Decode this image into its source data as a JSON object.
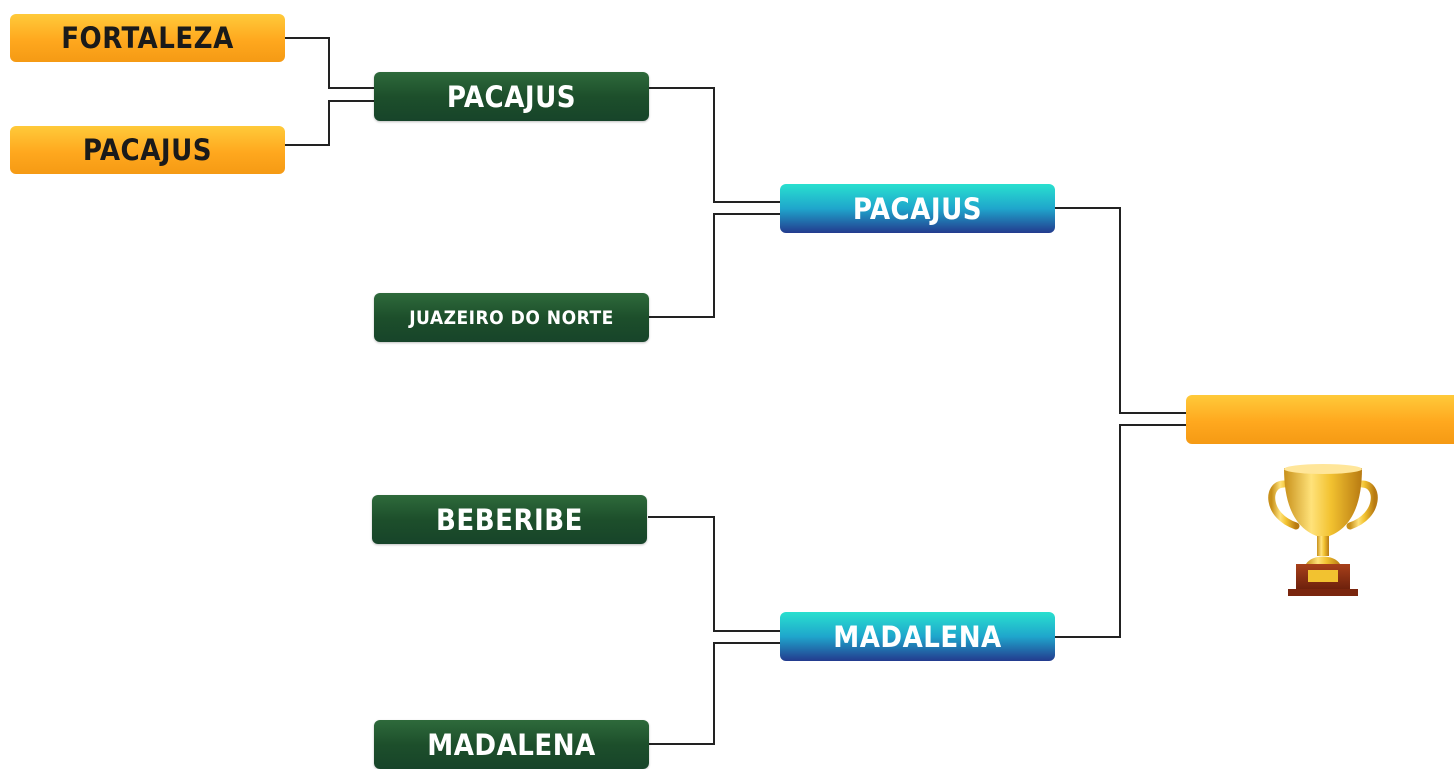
{
  "bracket": {
    "round1": {
      "team_top": "FORTALEZA",
      "team_bottom": "PACAJUS"
    },
    "quarterfinals": {
      "qf1_winner": "PACAJUS",
      "qf2_team": "JUAZEIRO DO NORTE",
      "qf3_team": "BEBERIBE",
      "qf4_team": "MADALENA"
    },
    "semifinals": {
      "sf1_winner": "PACAJUS",
      "sf2_winner": "MADALENA"
    },
    "final": {
      "champion": ""
    },
    "trophy_icon": "trophy-icon",
    "colors": {
      "orange": "#ffa81e",
      "green": "#1d4f2b",
      "blue_top": "#29e0cf",
      "blue_bottom": "#233b8e",
      "line": "#1a1a1a",
      "gold": "#f2c230",
      "trophy_base": "#8b2e12"
    }
  }
}
